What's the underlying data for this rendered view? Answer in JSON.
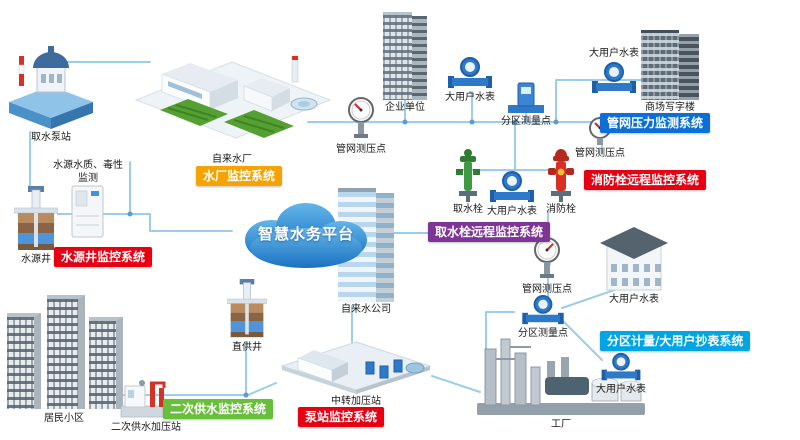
{
  "platform": {
    "title": "智慧水务平台"
  },
  "nodes": {
    "intake_pump_station": "取水泵站",
    "water_quality_monitor": "水源水质、毒性监测",
    "water_plant": "自来水厂",
    "source_well": "水源井",
    "water_company": "自来水公司",
    "enterprise": "企业单位",
    "pressure_point_1": "管网测压点",
    "pressure_point_2": "管网测压点",
    "pressure_point_3": "管网测压点",
    "big_meter_1": "大用户水表",
    "big_meter_2": "大用户水表",
    "big_meter_3": "大用户水表",
    "big_meter_4": "大用户水表",
    "big_meter_5": "大用户水表",
    "zone_point_1": "分区测量点",
    "zone_point_2": "分区测量点",
    "mall_office": "商场写字楼",
    "intake_hydrant": "取水栓",
    "fire_hydrant": "消防栓",
    "direct_well": "直供井",
    "residential": "居民小区",
    "secondary_station": "二次供水加压站",
    "transfer_station": "中转加压站",
    "factory": "工厂"
  },
  "systems": {
    "plant": {
      "label": "水厂监控系统",
      "color": "#F5A300"
    },
    "source_well": {
      "label": "水源井监控系统",
      "color": "#E60012"
    },
    "pipe_pressure": {
      "label": "管网压力监测系统",
      "color": "#0B6FD7"
    },
    "fire_hydrant": {
      "label": "消防栓远程监控系统",
      "color": "#E60012"
    },
    "intake_hydrant": {
      "label": "取水栓远程监控系统",
      "color": "#7D3596"
    },
    "zone_metering": {
      "label": "分区计量/大用户抄表系统",
      "color": "#00A5E3"
    },
    "secondary_supply": {
      "label": "二次供水监控系统",
      "color": "#69BE3C"
    },
    "pump_station": {
      "label": "泵站监控系统",
      "color": "#E60012"
    }
  },
  "colors": {
    "pipe": "#9CCDEB",
    "cloud_top": "#63B5EA",
    "cloud_bottom": "#1A72C0"
  }
}
